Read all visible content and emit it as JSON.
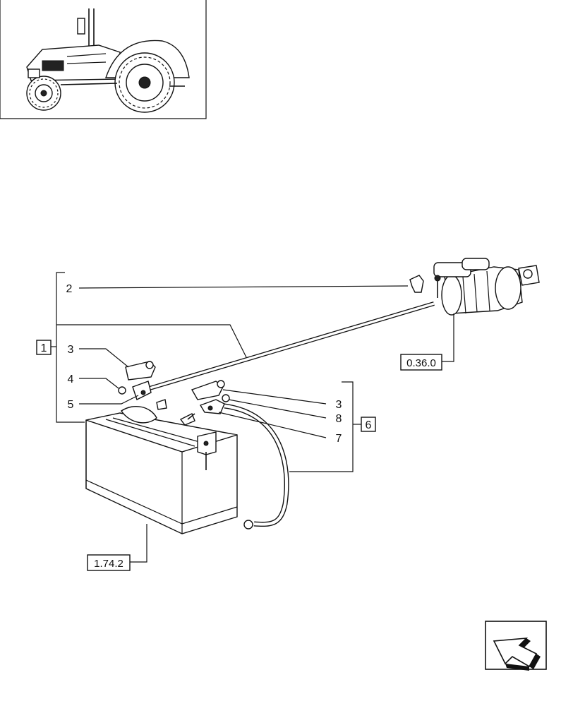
{
  "callouts": {
    "c2": "2",
    "c3_left": "3",
    "c4": "4",
    "c5": "5",
    "c3_right": "3",
    "c8": "8",
    "c7": "7"
  },
  "groups": {
    "group_1": "1",
    "group_6": "6"
  },
  "references": {
    "starter_ref": "0.36.0",
    "battery_ref": "1.74.2"
  },
  "icons": {
    "thumbnail": "tractor-thumbnail-icon",
    "nav": "back-arrow-icon"
  }
}
